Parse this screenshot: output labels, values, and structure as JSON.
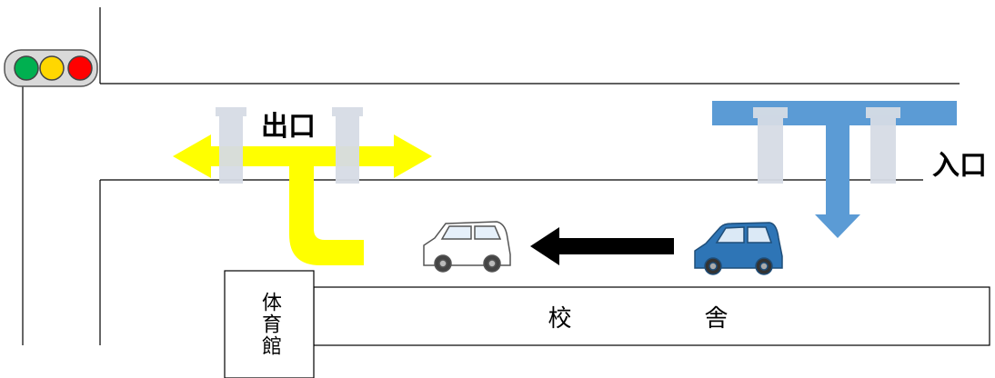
{
  "labels": {
    "exit": "出口",
    "entrance": "入口",
    "gym": "体育館",
    "school_building": "校　舎"
  },
  "colors": {
    "exit_arrow": "#ffff00",
    "entrance_arrow": "#5b9bd5",
    "gate_post": "#d6dce5",
    "traffic_green": "#00b050",
    "traffic_yellow": "#ffd700",
    "traffic_red": "#ff0000",
    "car_white": "#ffffff",
    "car_blue": "#2e75b6",
    "movement_arrow": "#000000"
  },
  "icons": {
    "traffic_light": "traffic-light-icon",
    "white_car": "white-car-icon",
    "blue_car": "blue-car-icon",
    "left_arrow": "left-arrow-icon"
  }
}
